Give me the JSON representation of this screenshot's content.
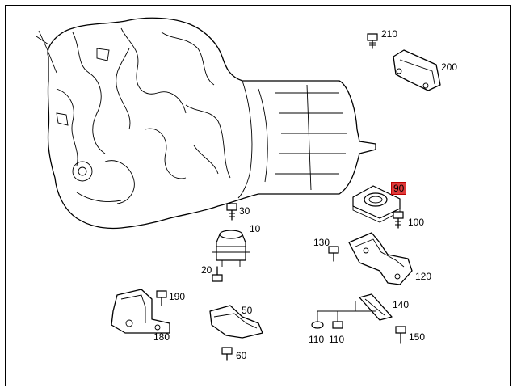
{
  "labels": {
    "l210": "210",
    "l200": "200",
    "l90": "90",
    "l100": "100",
    "l30": "30",
    "l10": "10",
    "l130": "130",
    "l20": "20",
    "l120": "120",
    "l190": "190",
    "l50": "50",
    "l140": "140",
    "l180": "180",
    "l110a": "110",
    "l110b": "110",
    "l150": "150",
    "l60": "60"
  },
  "colors": {
    "highlight": "#e03a3a",
    "line": "#000000",
    "background": "#ffffff"
  }
}
